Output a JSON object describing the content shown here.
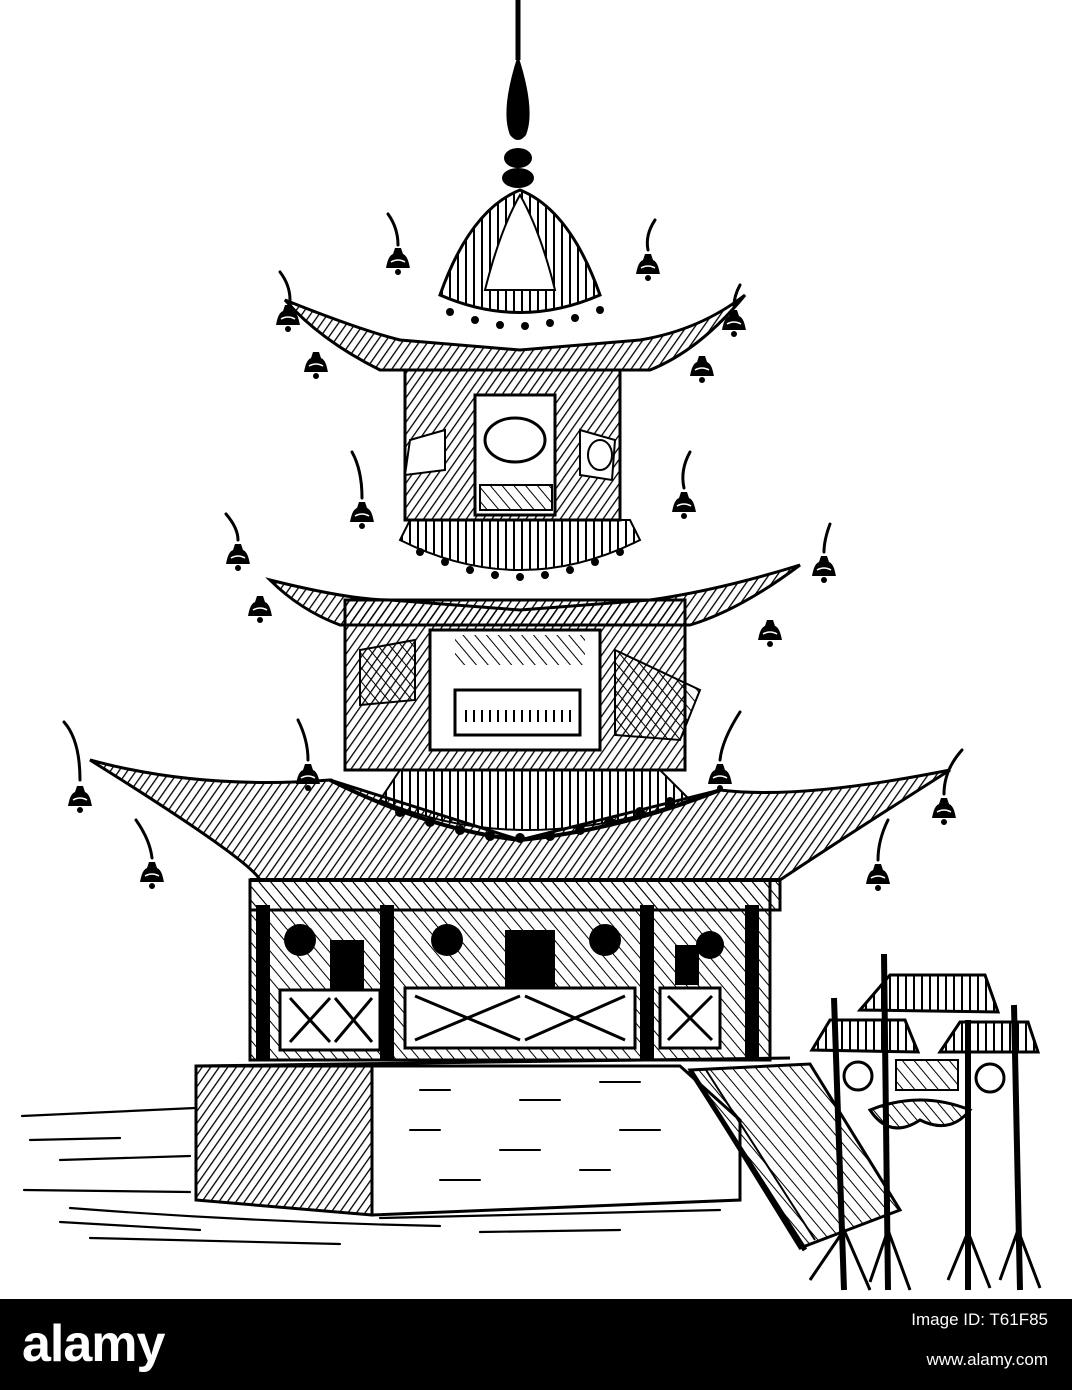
{
  "footer": {
    "brand": "alamy",
    "image_id_label": "Image ID: T61F85",
    "url": "www.alamy.com"
  },
  "colors": {
    "ink": "#000000",
    "paper": "#ffffff",
    "footer_background": "#000000",
    "footer_text": "#ffffff"
  }
}
